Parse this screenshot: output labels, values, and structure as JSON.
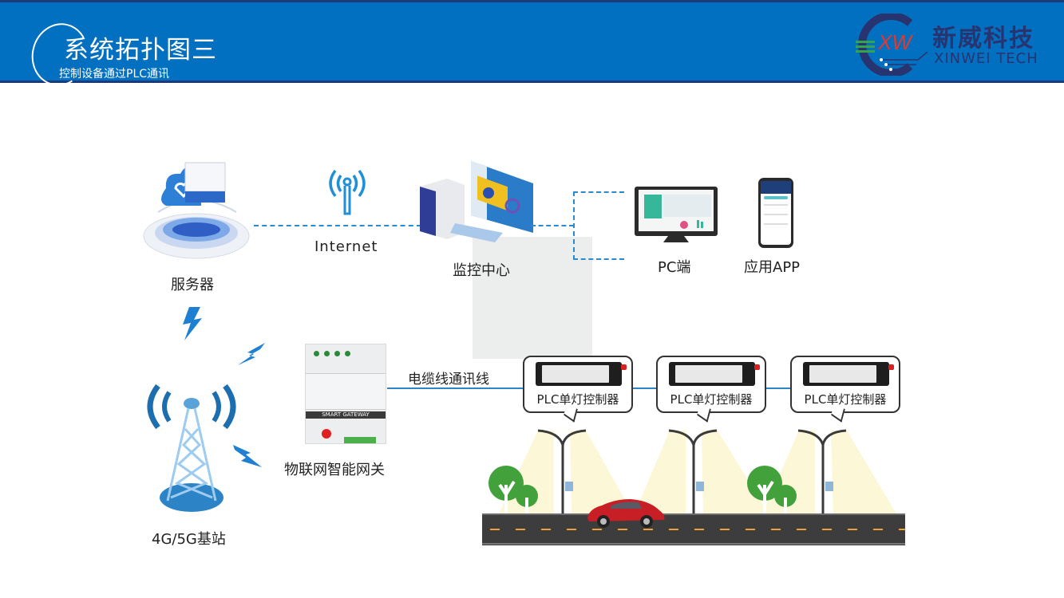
{
  "header": {
    "title": "系统拓扑图三",
    "subtitle": "控制设备通过PLC通讯",
    "logo_mark": "XW",
    "logo_cn": "新威科技",
    "logo_en": "XINWEI TECH",
    "colors": {
      "band": "#0170c1",
      "border": "#1d3a78",
      "logo_text": "#283470",
      "logo_mark": "#e03a2f"
    }
  },
  "nodes": {
    "server": "服务器",
    "internet": "Internet",
    "monitor_center": "监控中心",
    "pc": "PC端",
    "app": "应用APP",
    "base_station": "4G/5G基站",
    "gateway": "物联网智能网关",
    "gateway_device_label": "SMART GATEWAY",
    "cable_label": "电缆线通讯线"
  },
  "controllers": [
    {
      "label": "PLC单灯控制器"
    },
    {
      "label": "PLC单灯控制器"
    },
    {
      "label": "PLC单灯控制器"
    }
  ],
  "colors": {
    "link": "#2a8bd0",
    "cable": "#2a86c9",
    "road": "#3d3d3d",
    "lane_mark": "#f0a030",
    "tree": "#43a13c",
    "car": "#c81e26",
    "light_beam": "#fbf6cf"
  }
}
